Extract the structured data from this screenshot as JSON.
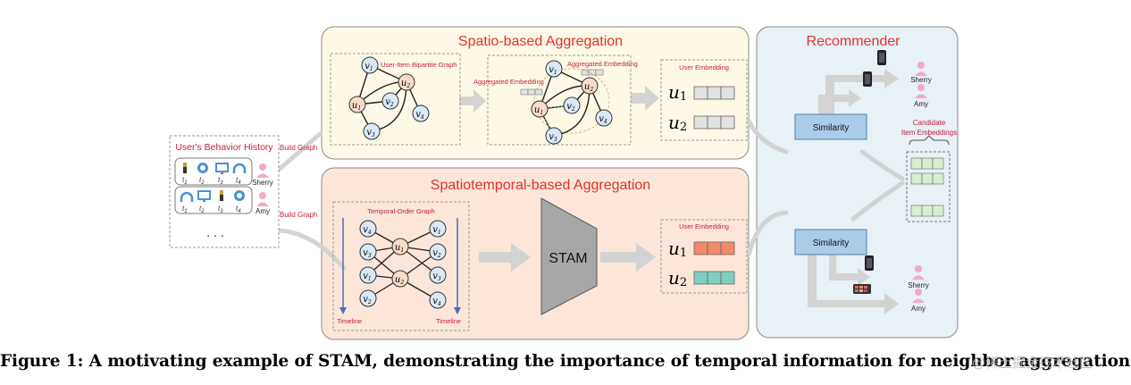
{
  "panels": {
    "spatio_title": "Spatio-based Aggregation",
    "spatiotemporal_title": "Spatiotemporal-based Aggregation",
    "recommender_title": "Recommender"
  },
  "history": {
    "title": "User's Behavior History",
    "user1": "Sherry",
    "user2": "Amy",
    "dots": ". . .",
    "time_labels": [
      "t",
      "t",
      "t",
      "t"
    ],
    "time_subs": [
      "1",
      "2",
      "3",
      "4"
    ]
  },
  "edges": {
    "build_graph_1": "Build Graph",
    "build_graph_2": "Build Graph"
  },
  "spatio": {
    "bipartite_label": "User-Item Bipartite Graph",
    "aggregated_label_left": "Aggregated Embedding",
    "aggregated_label_right": "Aggregated Embedding",
    "user_embedding_label": "User Embedding",
    "node_v": "v",
    "node_u": "u",
    "subs": [
      "1",
      "2",
      "3",
      "4"
    ]
  },
  "spatiotemporal": {
    "temporal_label": "Temporal-Order Graph",
    "timeline_left": "Timeline",
    "timeline_right": "Timeline",
    "stam_label": "STAM",
    "user_embedding_label": "User Embedding"
  },
  "recommender": {
    "similarity_1": "Similarity",
    "similarity_2": "Similarity",
    "candidate_line1": "Candidate",
    "candidate_line2": "Item Embeddings",
    "rec1_user1": "Sherry",
    "rec1_user2": "Amy",
    "rec2_user1": "Sherry",
    "rec2_user2": "Amy"
  },
  "caption": "Figure 1: A motivating example of STAM, demonstrating the importance of temporal information for neighbor aggregation.",
  "watermark": "@稀土掘金技术社区",
  "colors": {
    "spatio_bg": "#fdf9e6",
    "spatiotemporal_bg": "#fbe6d9",
    "recommender_bg": "#e7f1f6",
    "title_red": "#e0322b",
    "label_red": "#c41f3e",
    "node_blue": "#d9e9f7",
    "node_orange": "#f8dcc8",
    "similarity_blue": "#a9cce9",
    "embed_orange": "#f2896b",
    "embed_teal": "#7fcfc2",
    "embed_green": "#d8efd2",
    "arrow_gray": "#cfcfcf",
    "person_pink": "#f7a8c6"
  }
}
